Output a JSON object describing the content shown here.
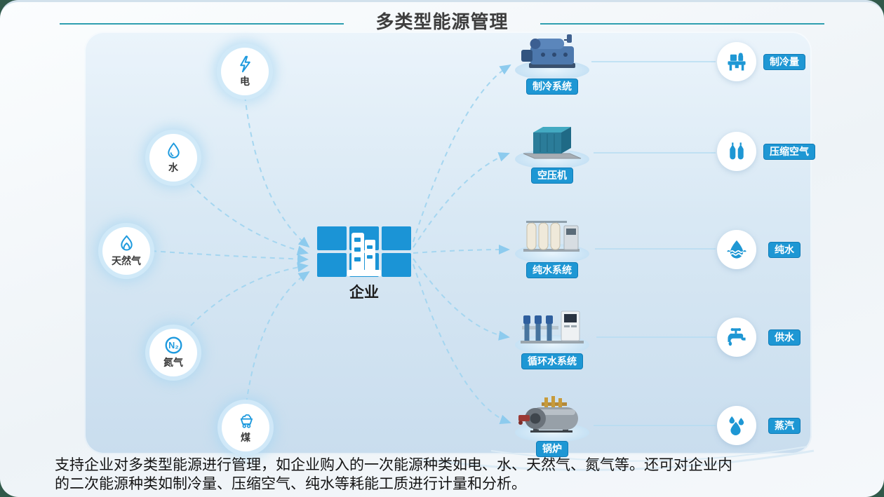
{
  "page": {
    "title": "多类型能源管理",
    "description_line1": "支持企业对多类型能源进行管理，如企业购入的一次能源种类如电、水、天然气、氮气等。还可对企业内",
    "description_line2": "的二次能源种类如制冷量、压缩空气、纯水等耗能工质进行计量和分析。"
  },
  "colors": {
    "accent_blue": "#1e97d4",
    "badge_border": "#0f7cb8",
    "teal_line": "#2f9fb0",
    "corner_green": "#31594a",
    "dashed_connector": "#a5d6f0"
  },
  "center": {
    "label": "企业",
    "icon": "enterprise-building-icon"
  },
  "inputs": [
    {
      "label": "电",
      "icon": "lightning-icon"
    },
    {
      "label": "水",
      "icon": "water-drop-icon"
    },
    {
      "label": "天然气",
      "icon": "gas-flame-icon"
    },
    {
      "label": "氮气",
      "icon": "n2-circle-icon",
      "symbol": "N₂"
    },
    {
      "label": "煤",
      "icon": "coal-cart-icon"
    }
  ],
  "systems": [
    {
      "label": "制冷系统",
      "machine_icon": "chiller-machine"
    },
    {
      "label": "空压机",
      "machine_icon": "air-compressor-machine"
    },
    {
      "label": "纯水系统",
      "machine_icon": "pure-water-machine"
    },
    {
      "label": "循环水系统",
      "machine_icon": "circulating-water-machine"
    },
    {
      "label": "锅炉",
      "machine_icon": "boiler-machine"
    }
  ],
  "outputs": [
    {
      "label": "制冷量",
      "icon": "cooling-unit-icon"
    },
    {
      "label": "压缩空气",
      "icon": "air-cylinders-icon"
    },
    {
      "label": "纯水",
      "icon": "pure-water-drop-icon"
    },
    {
      "label": "供水",
      "icon": "faucet-icon"
    },
    {
      "label": "蒸汽",
      "icon": "steam-drops-icon"
    }
  ]
}
